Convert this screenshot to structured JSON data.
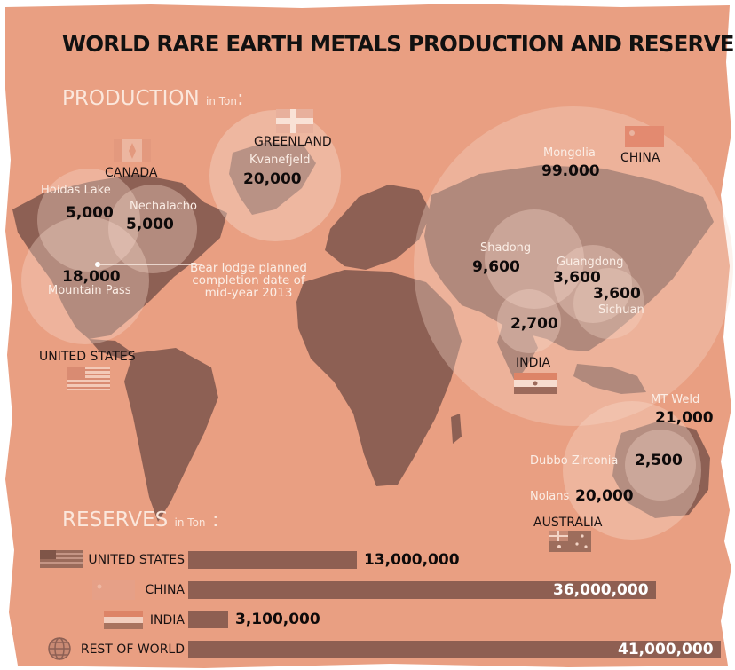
{
  "title": "WORLD RARE EARTH METALS PRODUCTION AND RESERVES",
  "production_heading": {
    "main": "PRODUCTION",
    "unit": "in Ton",
    "colon": ":"
  },
  "reserves_heading": {
    "main": "RESERVES",
    "unit": "in Ton",
    "colon": ":"
  },
  "countries": {
    "greenland": "GREENLAND",
    "canada": "CANADA",
    "china": "CHINA",
    "united_states": "UNITED STATES",
    "india": "INDIA",
    "australia": "AUSTRALIA"
  },
  "production_sites": [
    {
      "name": "Kvanefjeld",
      "value": "20,000"
    },
    {
      "name": "Hoidas Lake",
      "value": "5,000"
    },
    {
      "name": "Nechalacho",
      "value": "5,000"
    },
    {
      "name": "Mountain Pass",
      "value": "18,000"
    },
    {
      "name": "Mongolia",
      "value": "99.000"
    },
    {
      "name": "Shadong",
      "value": "9,600"
    },
    {
      "name": "Guangdong",
      "value": "3,600"
    },
    {
      "name": "Sichuan",
      "value": "3,600"
    },
    {
      "name": "",
      "value": "2,700"
    },
    {
      "name": "MT Weld",
      "value": "21,000"
    },
    {
      "name": "Dubbo Zirconia",
      "value": "2,500"
    },
    {
      "name": "Nolans",
      "value": "20,000"
    }
  ],
  "bear_lodge_note": "Bear lodge planned completion date of mid-year 2013",
  "chart_data": {
    "type": "bar",
    "orientation": "horizontal",
    "categories": [
      "UNITED STATES",
      "CHINA",
      "INDIA",
      "REST OF WORLD"
    ],
    "values": [
      13000000,
      36000000,
      3100000,
      41000000
    ],
    "value_labels": [
      "13,000,000",
      "36,000,000",
      "3,100,000",
      "41,000,000"
    ],
    "xlim": [
      0,
      41000000
    ],
    "bar_color": "#8e5f52",
    "grid": false,
    "legend": "none"
  },
  "colors": {
    "background": "#e99f82",
    "land": "#8d6054",
    "bubble": "#f6d9cb",
    "bar": "#8e5f52",
    "title": "#111111"
  }
}
